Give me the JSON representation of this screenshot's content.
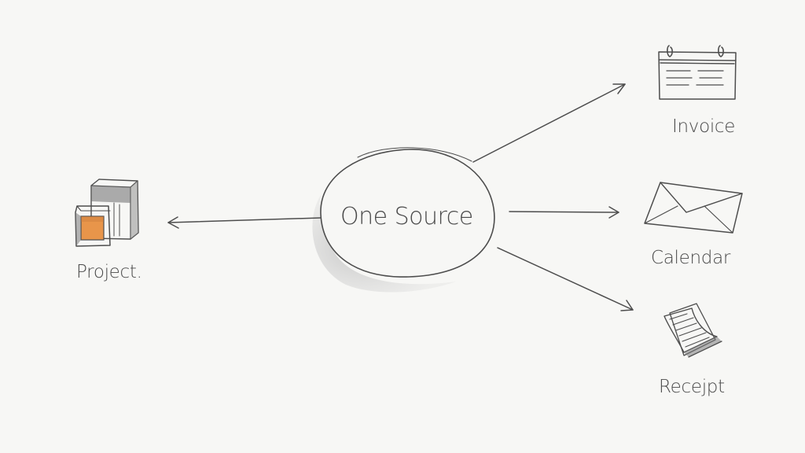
{
  "center": {
    "label": "One Source"
  },
  "nodes": {
    "project": {
      "label": "Project.",
      "icon": "files-stack-icon"
    },
    "invoice": {
      "label": "Invoice",
      "icon": "calendar-icon"
    },
    "calendar": {
      "label": "Calendar",
      "icon": "envelope-icon"
    },
    "receipt": {
      "label": "Recejpt",
      "icon": "paper-sheets-icon"
    }
  },
  "colors": {
    "ink": "#4d4d4d",
    "accent": "#e8954a",
    "background": "#f7f7f5",
    "shadow": "#c9c9c9"
  }
}
